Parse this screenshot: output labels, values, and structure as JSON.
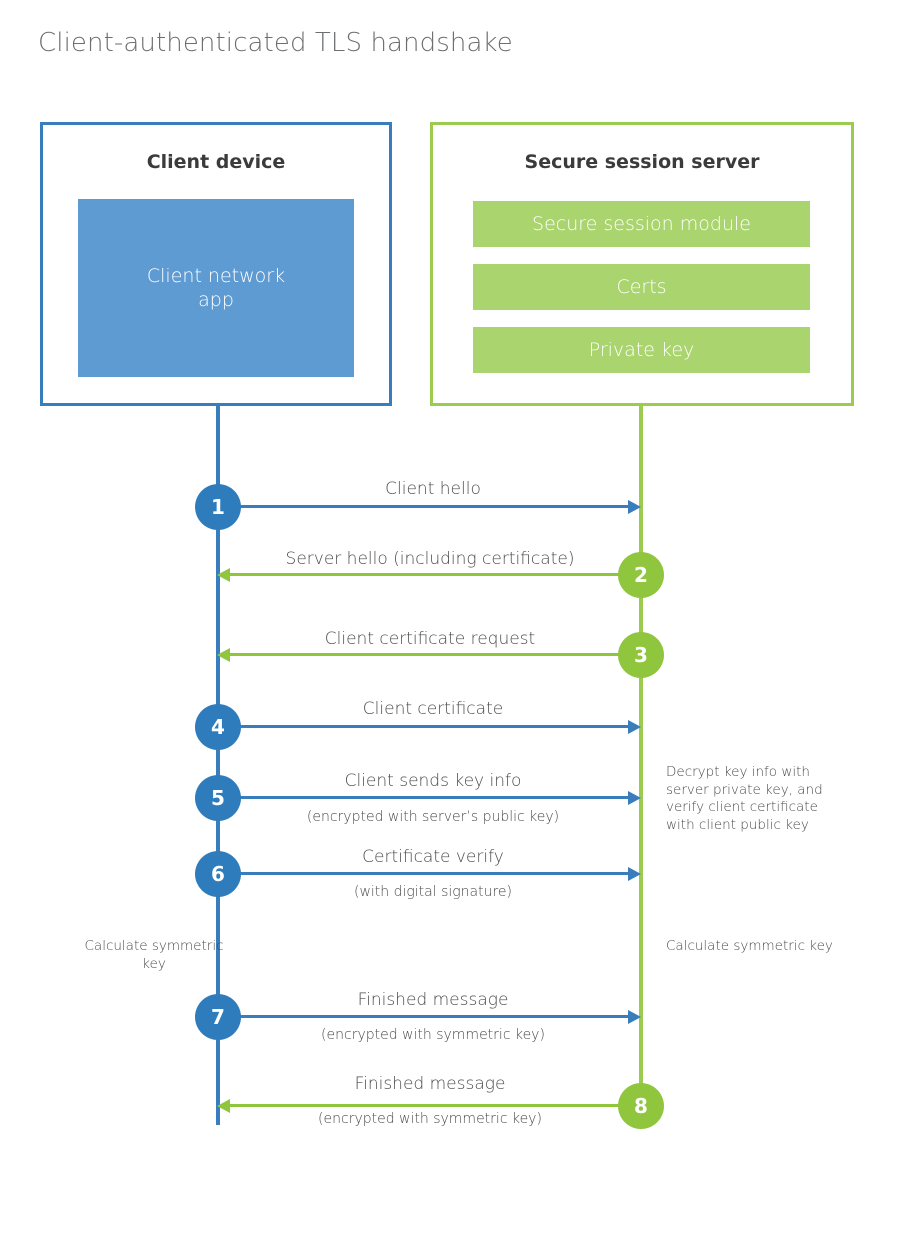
{
  "title": "Client-authenticated TLS handshake",
  "colors": {
    "client_blue": "#3a7dbd",
    "client_circle": "#2f7cbd",
    "client_app_fill": "#5f9bd3",
    "server_green": "#9bcb4f",
    "server_circle": "#8fc63d",
    "server_bar_fill": "#a9d46e",
    "text_gray": "#4b4b4d",
    "title_gray": "#6d6e71"
  },
  "client": {
    "title": "Client device",
    "app_label": "Client network\napp"
  },
  "server": {
    "title": "Secure session server",
    "bars": [
      {
        "label": "Secure session module"
      },
      {
        "label": "Certs"
      },
      {
        "label": "Private key"
      }
    ]
  },
  "steps": [
    {
      "number": "1",
      "side": "client",
      "direction": "right",
      "label": "Client hello",
      "sublabel": ""
    },
    {
      "number": "2",
      "side": "server",
      "direction": "left",
      "label": "Server hello (including certificate)",
      "sublabel": ""
    },
    {
      "number": "3",
      "side": "server",
      "direction": "left",
      "label": "Client certificate request",
      "sublabel": ""
    },
    {
      "number": "4",
      "side": "client",
      "direction": "right",
      "label": "Client certificate",
      "sublabel": ""
    },
    {
      "number": "5",
      "side": "client",
      "direction": "right",
      "label": "Client sends key info",
      "sublabel": "(encrypted with server’s public key)"
    },
    {
      "number": "6",
      "side": "client",
      "direction": "right",
      "label": "Certificate verify",
      "sublabel": "(with digital signature)"
    },
    {
      "number": "7",
      "side": "client",
      "direction": "right",
      "label": "Finished message",
      "sublabel": "(encrypted with symmetric key)"
    },
    {
      "number": "8",
      "side": "server",
      "direction": "left",
      "label": "Finished message",
      "sublabel": "(encrypted with symmetric key)"
    }
  ],
  "notes": {
    "server_decrypt": "Decrypt key info with server private key, and verify client certificate with client public key",
    "client_calculate": "Calculate symmetric key",
    "server_calculate": "Calculate symmetric key"
  }
}
